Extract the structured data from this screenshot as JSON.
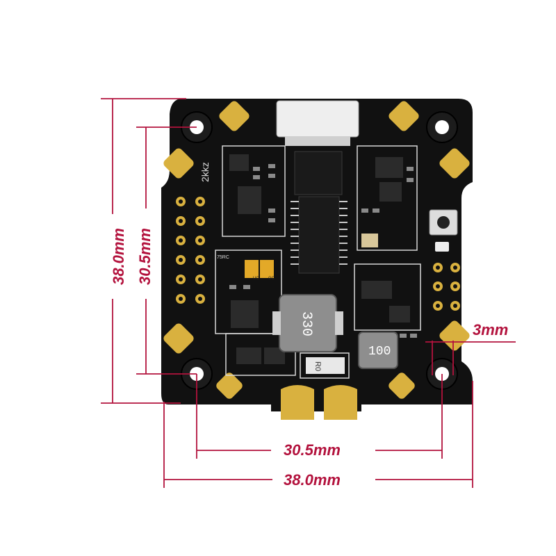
{
  "colors": {
    "dimension": "#b3123d",
    "board": "#111111",
    "gold": "#d9b13f",
    "component": "#2a2a2a",
    "white_part": "#eeeeee"
  },
  "dimensions": {
    "overall_height": "38.0mm",
    "mount_height": "30.5mm",
    "mount_width": "30.5mm",
    "overall_width": "38.0mm",
    "hole_size": "3mm"
  },
  "board_markings": {
    "silk_code": "2kkz",
    "inductor_large": "330",
    "inductor_small": "100",
    "part_c1": "UC",
    "part_c2": "GC",
    "part_label": "75RC",
    "diode_label": "R0"
  }
}
